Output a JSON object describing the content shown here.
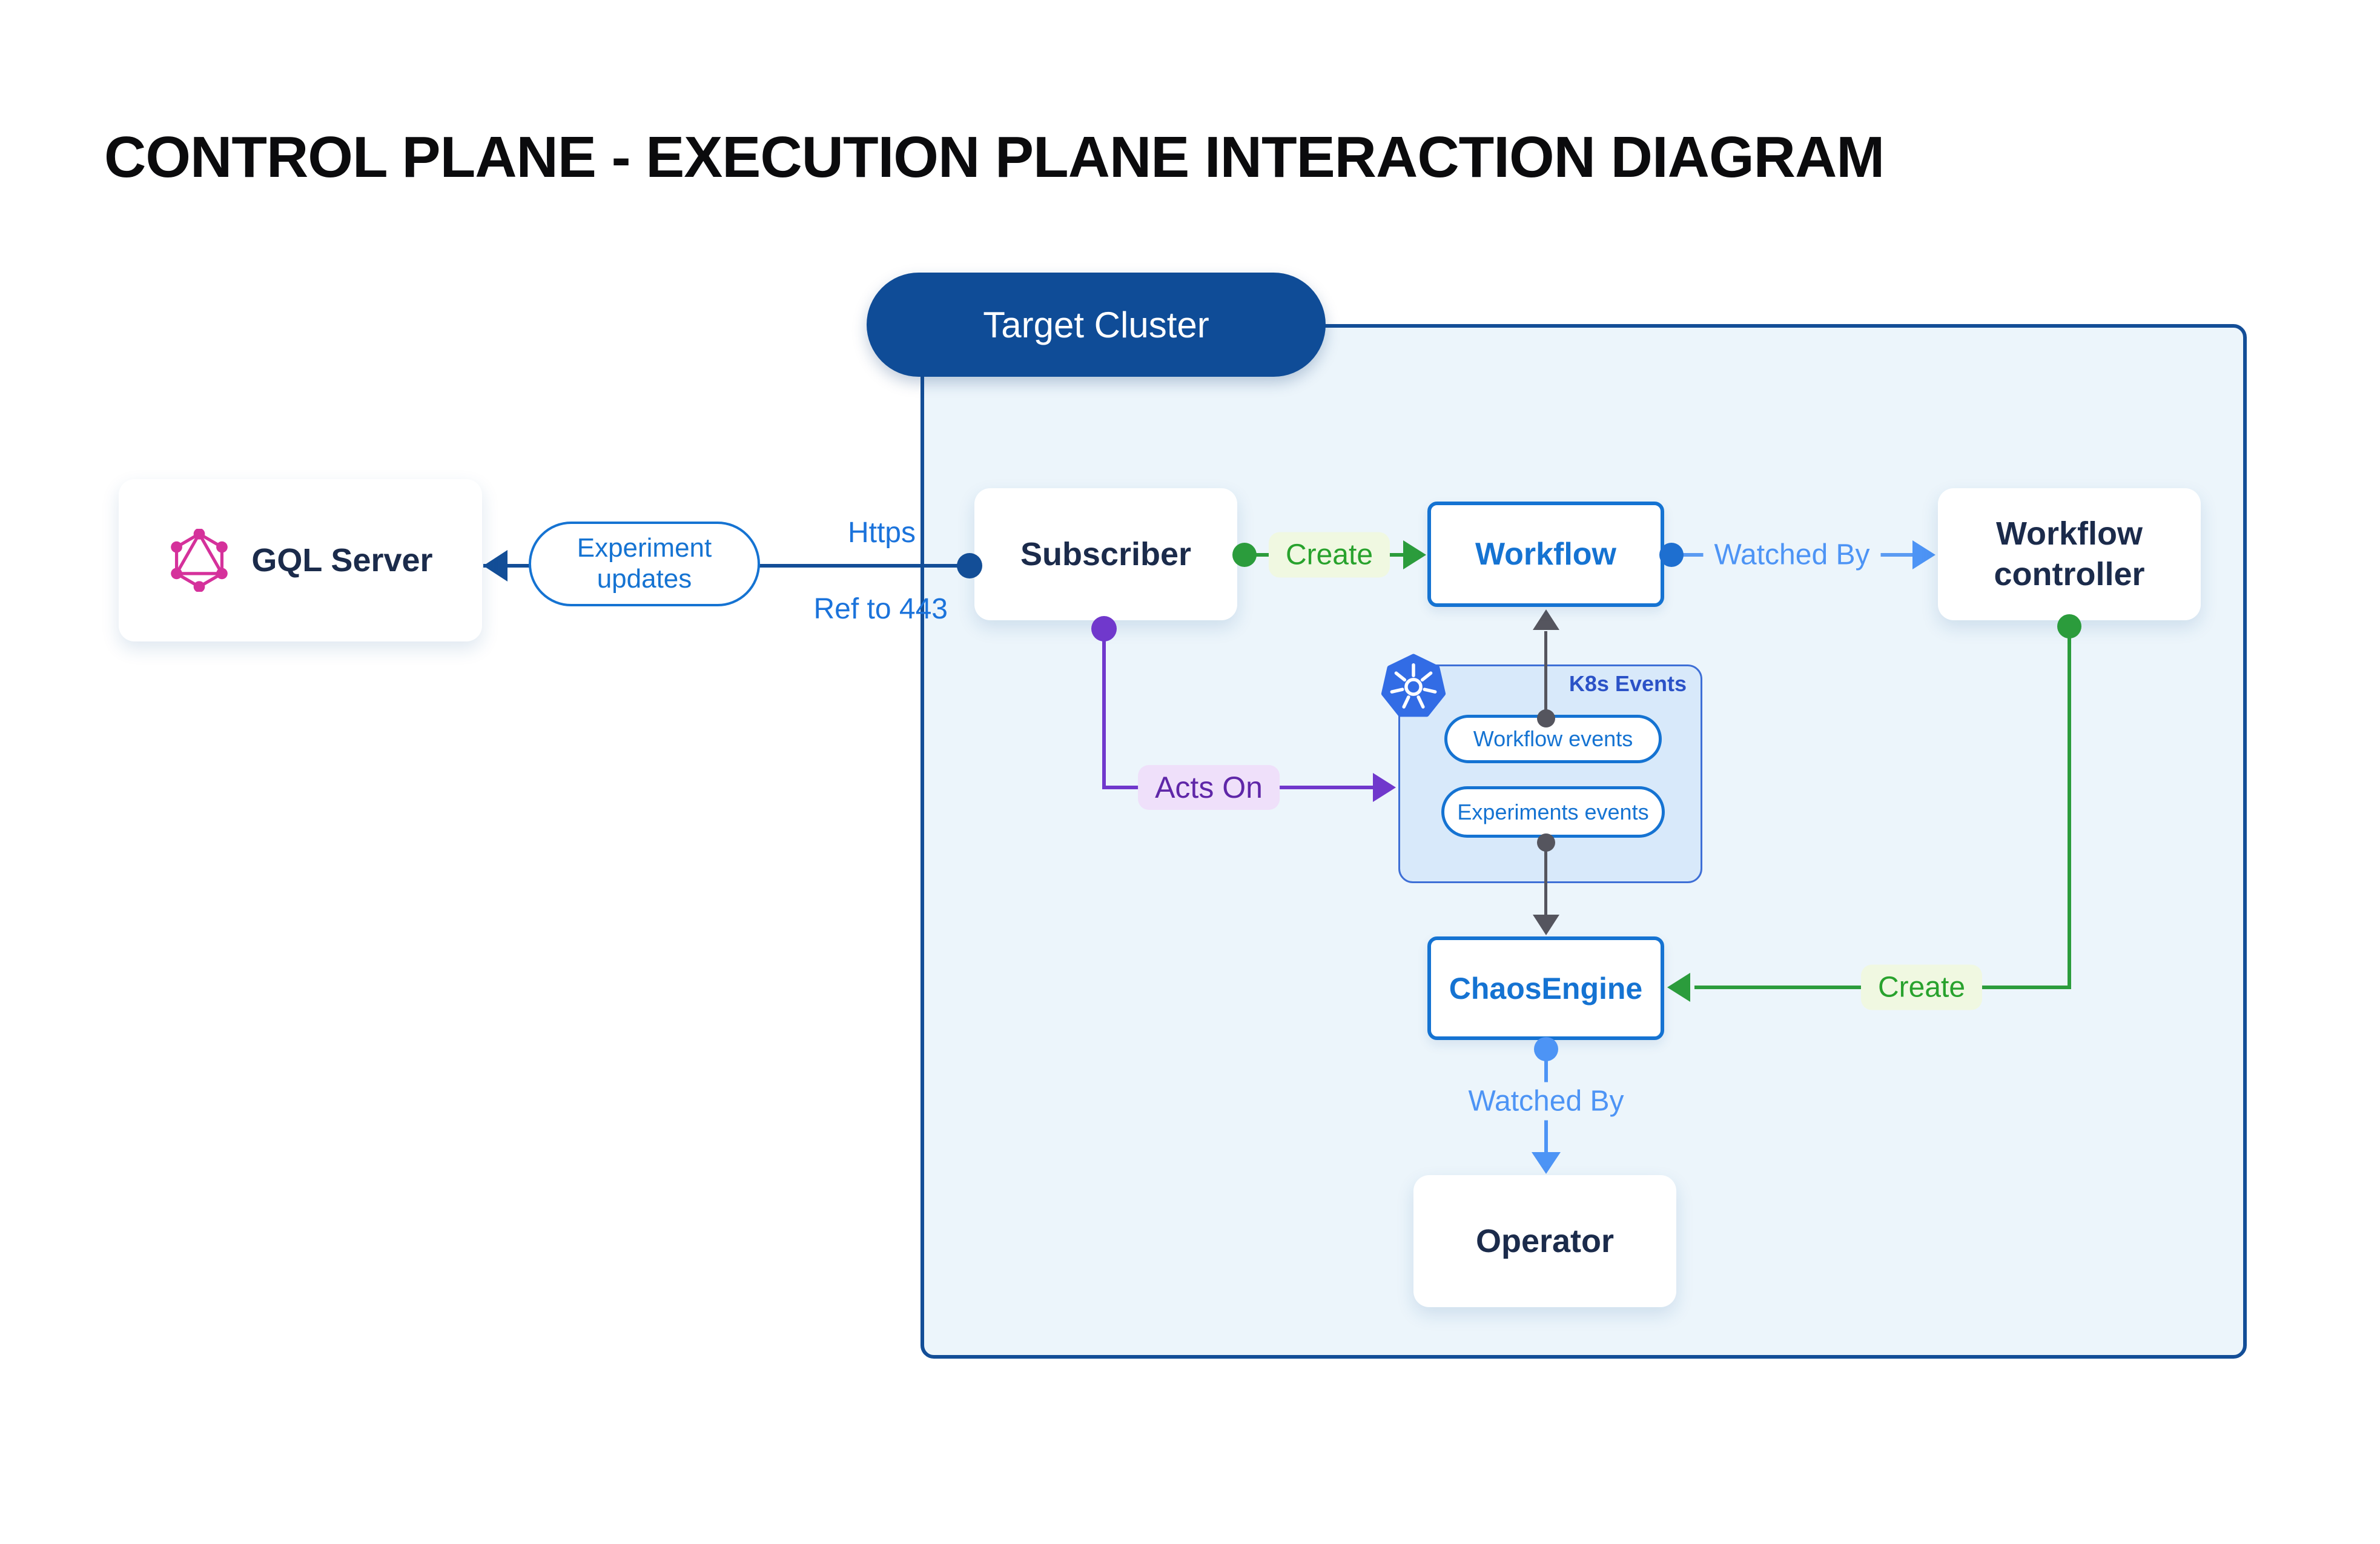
{
  "title": "CONTROL PLANE - EXECUTION PLANE INTERACTION DIAGRAM",
  "cluster": {
    "label": "Target Cluster"
  },
  "nodes": {
    "gql_server": {
      "label": "GQL Server",
      "icon": "graphql-icon"
    },
    "experiment_updates": {
      "label": "Experiment updates"
    },
    "subscriber": {
      "label": "Subscriber"
    },
    "workflow": {
      "label": "Workflow"
    },
    "workflow_controller": {
      "label": "Workflow controller"
    },
    "k8s_events": {
      "label": "K8s Events",
      "icon": "kubernetes-icon",
      "events": [
        "Workflow events",
        "Experiments events"
      ]
    },
    "chaos_engine": {
      "label": "ChaosEngine"
    },
    "operator": {
      "label": "Operator"
    }
  },
  "edges": {
    "gql_link": {
      "label_above": "Https",
      "label_below": "Ref to 443"
    },
    "subscriber_workflow": {
      "label": "Create"
    },
    "workflow_watched": {
      "label": "Watched By"
    },
    "subscriber_k8s": {
      "label": "Acts On"
    },
    "controller_chaos": {
      "label": "Create"
    },
    "chaos_watched": {
      "label": "Watched By"
    }
  },
  "colors": {
    "dark_blue": "#134e97",
    "bright_blue": "#1573d2",
    "light_blue": "#4d94f5",
    "green": "#2b9c3c",
    "purple": "#7038cc",
    "gray": "#55555e",
    "graphql_pink": "#d5319b",
    "kubernetes_blue": "#326ce5",
    "navy_text": "#1b2b4b",
    "cluster_fill": "#ecf5fb"
  }
}
